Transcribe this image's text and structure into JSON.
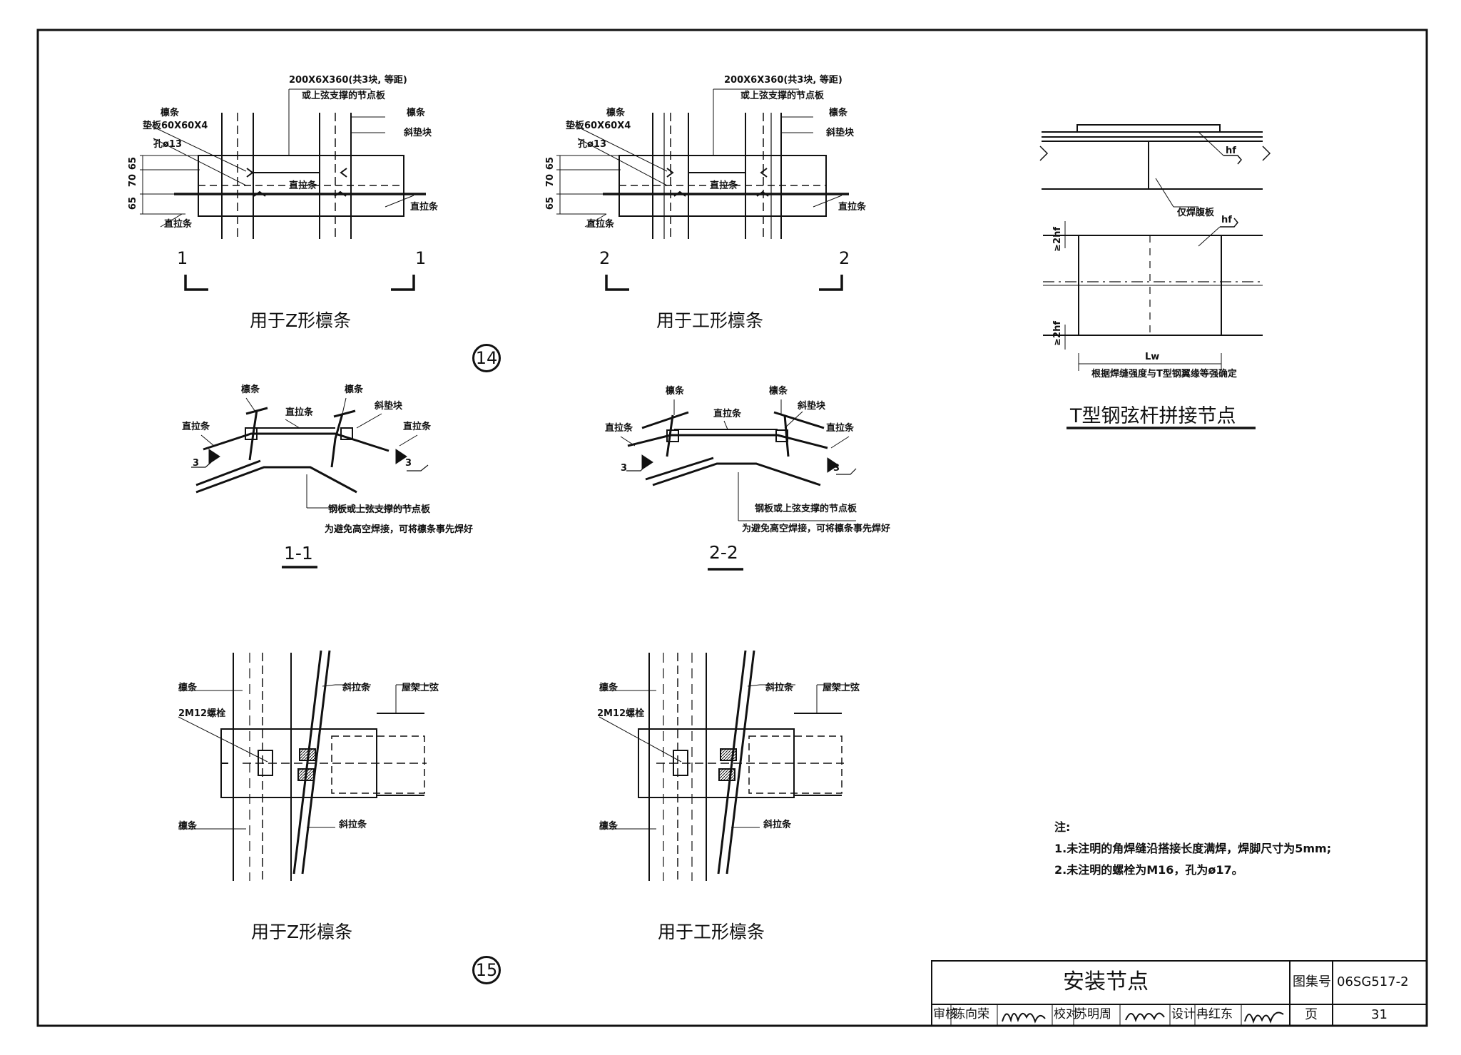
{
  "labels": {
    "plate_dims": "200X6X360(共3块, 等距)",
    "plate_note": "或上弦支撑的节点板",
    "purlin": "檩条",
    "pad_plate": "垫板60X60X4",
    "hole": "孔ø13",
    "straight_tie": "直拉条",
    "diagonal_brace": "斜垫块",
    "dim_65": "65",
    "dim_70": "70",
    "section_1": "1",
    "section_2": "2",
    "caption_z": "用于Z形檩条",
    "caption_i": "用于工形檩条",
    "detail_14": "14",
    "detail_15": "15",
    "weld_3": "3",
    "steel_plate_note": "钢板或上弦支撑的节点板",
    "avoid_weld_note": "为避免高空焊接，可将檩条事先焊好",
    "section_1_1": "1-1",
    "section_2_2": "2-2",
    "bolts_2m12": "2M12螺栓",
    "diagonal_tie": "斜拉条",
    "truss_top_chord": "屋架上弦",
    "hf": "hf",
    "web_only_weld": "仅焊腹板",
    "two_hf": "≥2hf",
    "lw": "Lw",
    "t_note": "根据焊缝强度与T型钢翼缘等强确定",
    "t_title": "T型钢弦杆拼接节点"
  },
  "notes": {
    "heading": "注:",
    "line1": "1.未注明的角焊缝沿搭接长度满焊，焊脚尺寸为5mm;",
    "line2": "2.未注明的螺栓为M16，孔为ø17。"
  },
  "title_block": {
    "title": "安装节点",
    "atlas_label": "图集号",
    "atlas_no": "06SG517-2",
    "review_label": "审核",
    "reviewer": "陈向荣",
    "check_label": "校对",
    "checker": "苏明周",
    "design_label": "设计",
    "designer": "冉红东",
    "page_label": "页",
    "page_no": "31"
  }
}
